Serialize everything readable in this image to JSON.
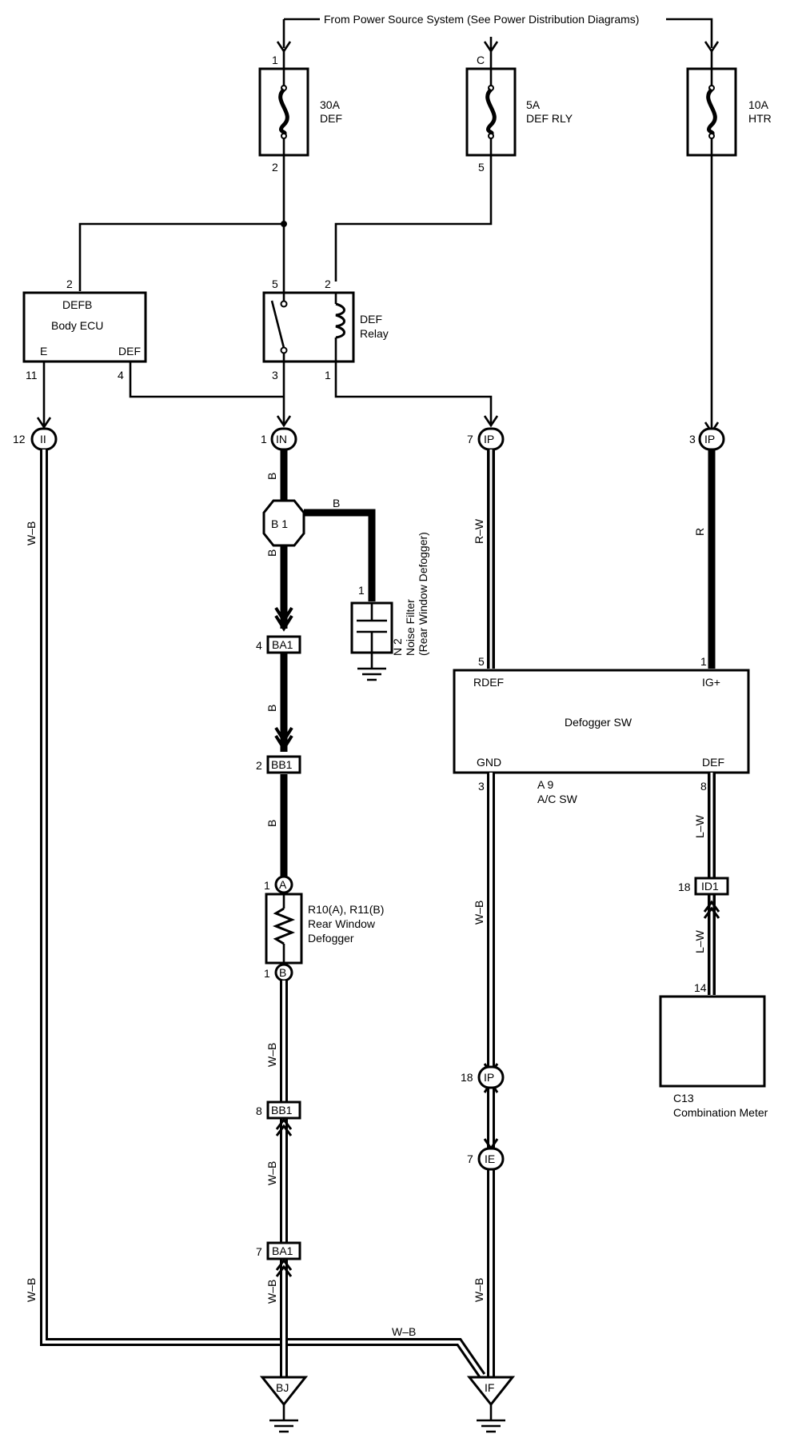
{
  "header": {
    "power_source": "From Power Source System (See Power Distribution Diagrams)"
  },
  "fuses": {
    "def": {
      "pin_top": "1",
      "pin_bottom": "2",
      "rating": "30A",
      "name": "DEF"
    },
    "def_rly": {
      "pin_top": "C",
      "pin_bottom": "5",
      "rating": "5A",
      "name": "DEF RLY"
    },
    "htr": {
      "rating": "10A",
      "name": "HTR"
    }
  },
  "body_ecu": {
    "title": "Body ECU",
    "term_defb": "DEFB",
    "term_e": "E",
    "term_def": "DEF",
    "pin_top": "2",
    "pin_e": "11",
    "pin_def": "4"
  },
  "def_relay": {
    "title_line1": "DEF",
    "title_line2": "Relay",
    "pin_5": "5",
    "pin_2": "2",
    "pin_3": "3",
    "pin_1": "1"
  },
  "connectors": {
    "ii": {
      "id": "II",
      "pin": "12"
    },
    "in": {
      "id": "IN",
      "pin": "1"
    },
    "ip7": {
      "id": "IP",
      "pin": "7"
    },
    "ip3": {
      "id": "IP",
      "pin": "3"
    },
    "ip18": {
      "id": "IP",
      "pin": "18"
    },
    "ie": {
      "id": "IE",
      "pin": "7"
    },
    "ba1_top": {
      "id": "BA1",
      "pin": "4"
    },
    "bb1_top": {
      "id": "BB1",
      "pin": "2"
    },
    "bb1_bottom": {
      "id": "BB1",
      "pin": "8"
    },
    "ba1_bottom": {
      "id": "BA1",
      "pin": "7"
    },
    "id1": {
      "id": "ID1",
      "pin": "18"
    }
  },
  "junction_b1": {
    "id": "B 1"
  },
  "noise_filter": {
    "pin": "1",
    "code": "N 2",
    "name_line1": "Noise Filter",
    "name_line2": "(Rear Window Defogger)"
  },
  "defogger": {
    "pin_a": "A",
    "pin_b": "B",
    "pin_a_num": "1",
    "pin_b_num": "1",
    "code": "R10(A), R11(B)",
    "name_line1": "Rear Window",
    "name_line2": "Defogger"
  },
  "ac_sw": {
    "title": "Defogger SW",
    "term_rdef": "RDEF",
    "term_ig": "IG+",
    "term_gnd": "GND",
    "term_def": "DEF",
    "pin_rdef": "5",
    "pin_ig": "1",
    "pin_gnd": "3",
    "pin_def": "8",
    "code": "A 9",
    "name": "A/C SW"
  },
  "combination_meter": {
    "pin": "14",
    "code": "C13",
    "name": "Combination Meter"
  },
  "wire_colors": {
    "w_b_left_top": "W–B",
    "w_b_left_bottom": "W–B",
    "w_b_bottom_bus": "W–B",
    "b_in": "B",
    "b_branch": "B",
    "b_below_b1": "B",
    "b_ba1_bb1": "B",
    "b_bb1_a": "B",
    "w_b_b_bb1": "W–B",
    "w_b_bb1_ba1": "W–B",
    "w_b_ba1_bj": "W–B",
    "r_w": "R–W",
    "r": "R",
    "w_b_gnd_ip": "W–B",
    "w_b_ie_if": "W–B",
    "l_w_top": "L–W",
    "l_w_bottom": "L–W"
  },
  "grounds": {
    "bj": "BJ",
    "if": "IF"
  }
}
